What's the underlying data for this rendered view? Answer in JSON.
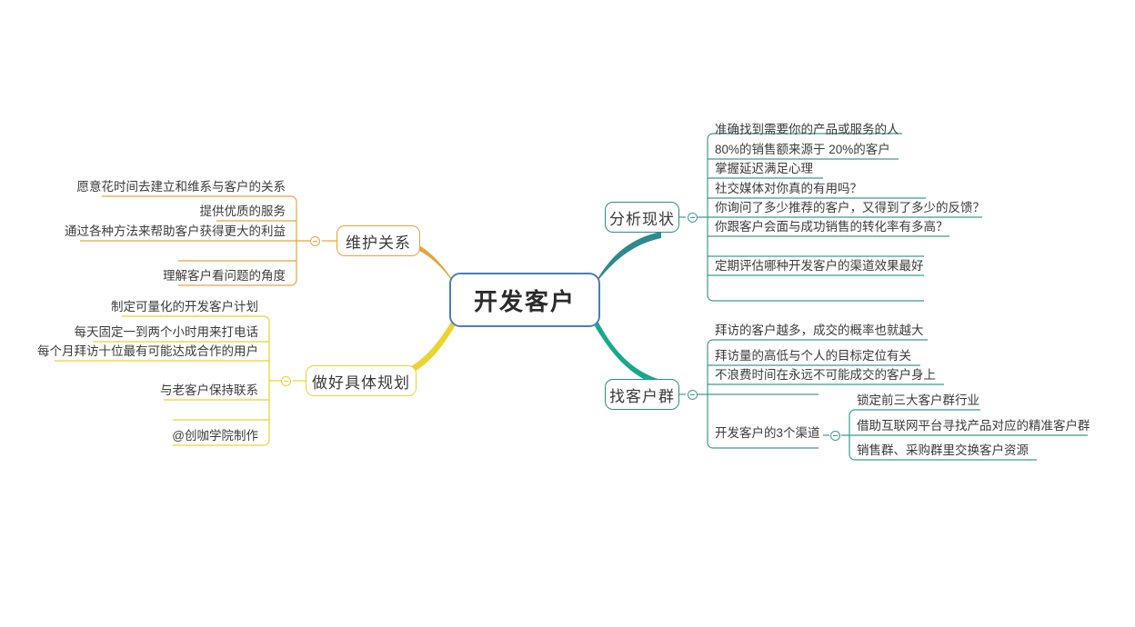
{
  "document": {
    "type": "mind-map",
    "background": "#ffffff"
  },
  "colors": {
    "central_border": "#4A7EBB",
    "orange": "#E8A33D",
    "yellow": "#EDD22E",
    "teal_top": "#2E8B8B",
    "teal_bottom": "#17A98C",
    "leaf_line_orange": "#E8A33D",
    "leaf_line_yellow": "#EDD22E",
    "leaf_line_teal": "#3E9A95",
    "text": "#3b3b3b"
  },
  "central": {
    "label": "开发客户"
  },
  "branches": [
    {
      "id": "weihu-guanxi",
      "label": "维护关系",
      "side": "left",
      "color": "orange",
      "toggle_icon": "collapse-minus-icon",
      "children": [
        {
          "label": "愿意花时间去建立和维系与客户的关系"
        },
        {
          "label": "提供优质的服务"
        },
        {
          "label": "通过各种方法来帮助客户获得更大的利益"
        },
        {
          "label": "理解客户看问题的角度"
        }
      ]
    },
    {
      "id": "zuohao-guihua",
      "label": "做好具体规划",
      "side": "left",
      "color": "yellow",
      "toggle_icon": "collapse-minus-icon",
      "children": [
        {
          "label": "制定可量化的开发客户计划"
        },
        {
          "label": "每天固定一到两个小时用来打电话"
        },
        {
          "label": "每个月拜访十位最有可能达成合作的用户"
        },
        {
          "label": "与老客户保持联系"
        },
        {
          "label": "@创咖学院制作"
        }
      ]
    },
    {
      "id": "fenxi-xianzhuang",
      "label": "分析现状",
      "side": "right",
      "color": "teal_top",
      "toggle_icon": "collapse-minus-icon",
      "children": [
        {
          "label": "准确找到需要你的产品或服务的人"
        },
        {
          "label": "80%的销售额来源于 20%的客户"
        },
        {
          "label": "掌握延迟满足心理"
        },
        {
          "label": "社交媒体对你真的有用吗？"
        },
        {
          "label": "你询问了多少推荐的客户，又得到了多少的反馈？"
        },
        {
          "label": "你跟客户会面与成功销售的转化率有多高？"
        },
        {
          "label": "定期评估哪种开发客户的渠道效果最好"
        }
      ]
    },
    {
      "id": "zhao-kehuqun",
      "label": "找客户群",
      "side": "right",
      "color": "teal_bottom",
      "toggle_icon": "collapse-minus-icon",
      "children": [
        {
          "label": "拜访的客户越多，成交的概率也就越大"
        },
        {
          "label": "拜访量的高低与个人的目标定位有关"
        },
        {
          "label": "不浪费时间在永远不可能成交的客户身上"
        },
        {
          "label": "开发客户的3个渠道",
          "toggle_icon": "collapse-minus-icon",
          "children": [
            {
              "label": "锁定前三大客户群行业"
            },
            {
              "label": "借助互联网平台寻找产品对应的精准客户群"
            },
            {
              "label": "销售群、采购群里交换客户资源"
            }
          ]
        }
      ]
    }
  ]
}
